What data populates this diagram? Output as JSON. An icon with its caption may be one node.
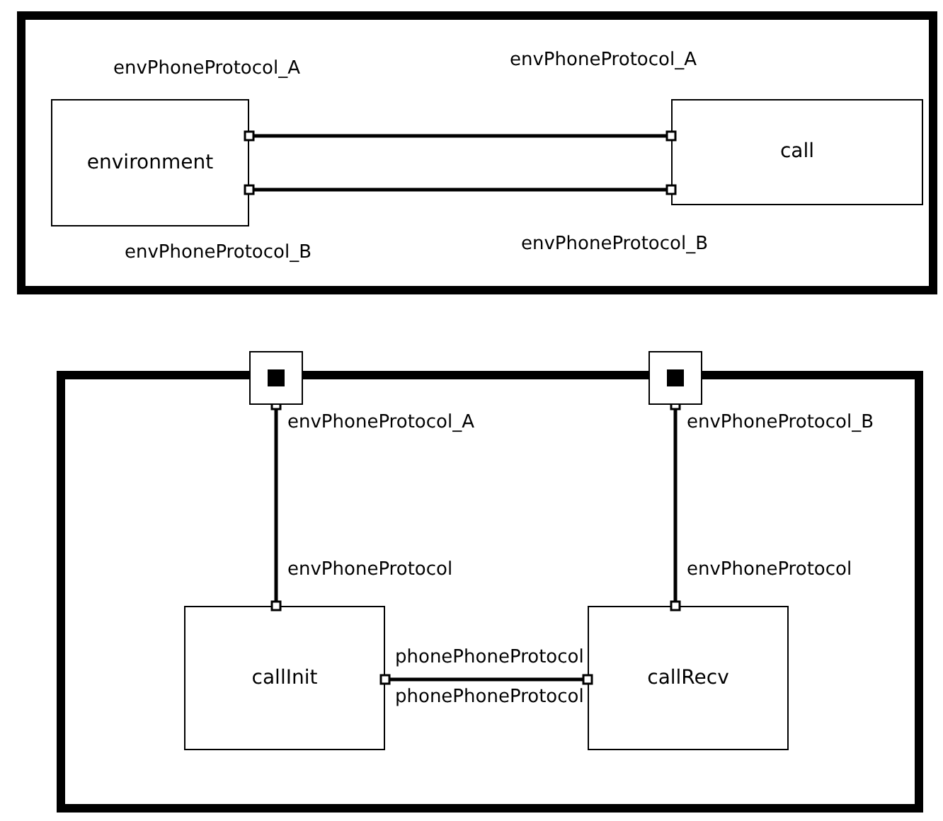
{
  "diagram": {
    "nodes": [
      {
        "text": [],
        "shape": "box"
      },
      {
        "text": [
          "environment"
        ],
        "in": 0
      },
      {
        "text": [
          "call"
        ],
        "in": 0
      },
      {
        "text": [],
        "shape": "box"
      },
      {
        "text": [],
        "shape": "box"
      },
      {
        "text": [],
        "shape": "box"
      },
      {
        "text": [
          "callInit"
        ],
        "in": 3
      },
      {
        "text": [
          "callRecv"
        ],
        "in": 3
      }
    ],
    "edges": [
      {
        "from": 1,
        "to": 2,
        "arrow": "other"
      },
      {
        "from": 1,
        "to": 2,
        "arrow": "other"
      },
      {
        "from": 4,
        "to": 6,
        "arrow": "other"
      },
      {
        "from": 5,
        "to": 7,
        "arrow": "other"
      },
      {
        "from": 6,
        "to": 7,
        "arrow": "other"
      }
    ],
    "labels": [
      "envPhoneProtocol_A",
      "envPhoneProtocol_A",
      "envPhoneProtocol_B",
      "envPhoneProtocol_B",
      "envPhoneProtocol_A",
      "envPhoneProtocol_B",
      "envPhoneProtocol",
      "envPhoneProtocol",
      "phonePhoneProtocol",
      "phonePhoneProtocol"
    ]
  }
}
